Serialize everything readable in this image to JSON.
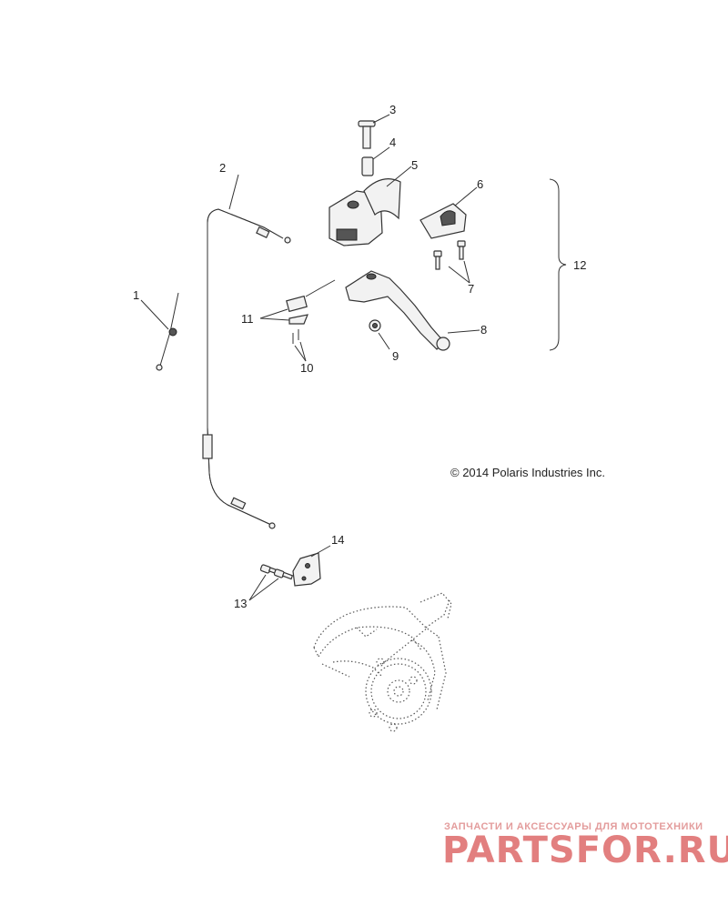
{
  "callouts": {
    "c1": "1",
    "c2": "2",
    "c3": "3",
    "c4": "4",
    "c5": "5",
    "c6": "6",
    "c7": "7",
    "c8": "8",
    "c9": "9",
    "c10": "10",
    "c11": "11",
    "c12": "12",
    "c13": "13",
    "c14": "14"
  },
  "copyright": "© 2014 Polaris Industries Inc.",
  "watermark": {
    "tagline": "ЗАПЧАСТИ И АКСЕССУАРЫ ДЛЯ МОТОТЕХНИКИ",
    "logo": "PARTSFOR.RU"
  }
}
